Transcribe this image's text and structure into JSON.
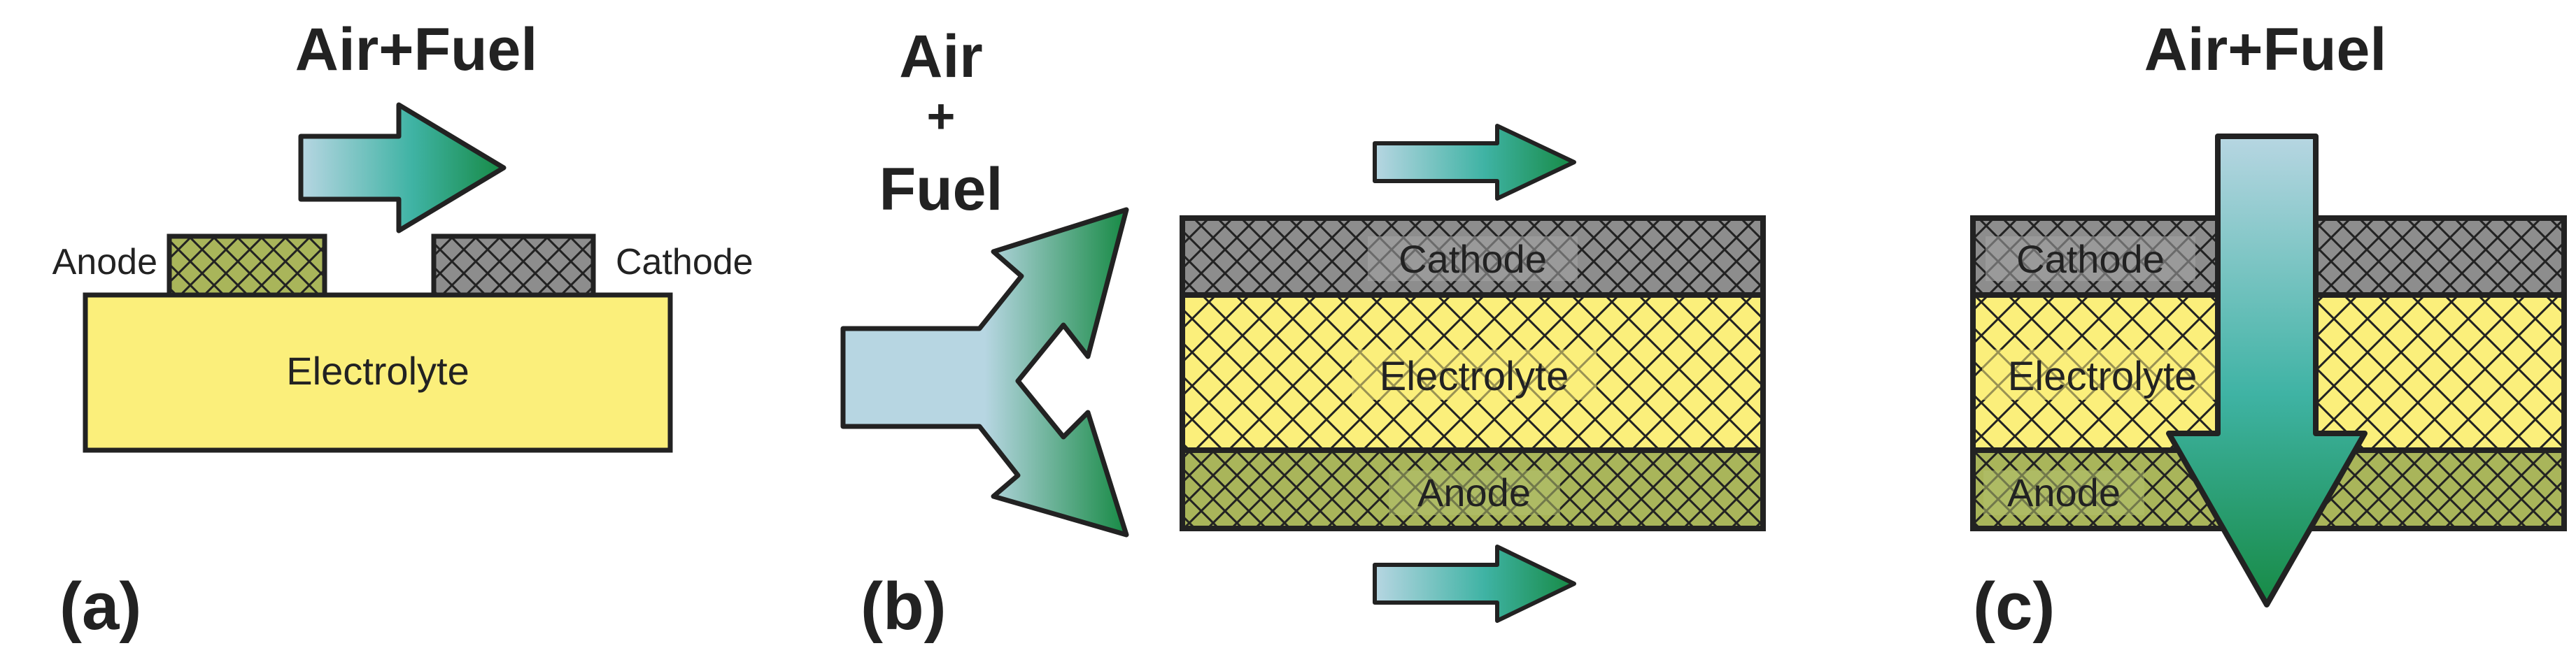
{
  "panels": {
    "a": {
      "label": "(a)",
      "title": "Air+Fuel",
      "anode": "Anode",
      "cathode": "Cathode",
      "electrolyte": "Electrolyte"
    },
    "b": {
      "label": "(b)",
      "title_line1": "Air",
      "title_line2": "+",
      "title_line3": "Fuel",
      "cathode": "Cathode",
      "electrolyte": "Electrolyte",
      "anode": "Anode"
    },
    "c": {
      "label": "(c)",
      "title": "Air+Fuel",
      "cathode": "Cathode",
      "electrolyte": "Electrolyte",
      "anode": "Anode"
    }
  },
  "colors": {
    "electrolyte": "#fbef7b",
    "anode": "#a9b55a",
    "cathode": "#8d8d8d",
    "outline": "#222222",
    "arrow_light": "#b7d6e2",
    "arrow_dark": "#1f8a46"
  }
}
